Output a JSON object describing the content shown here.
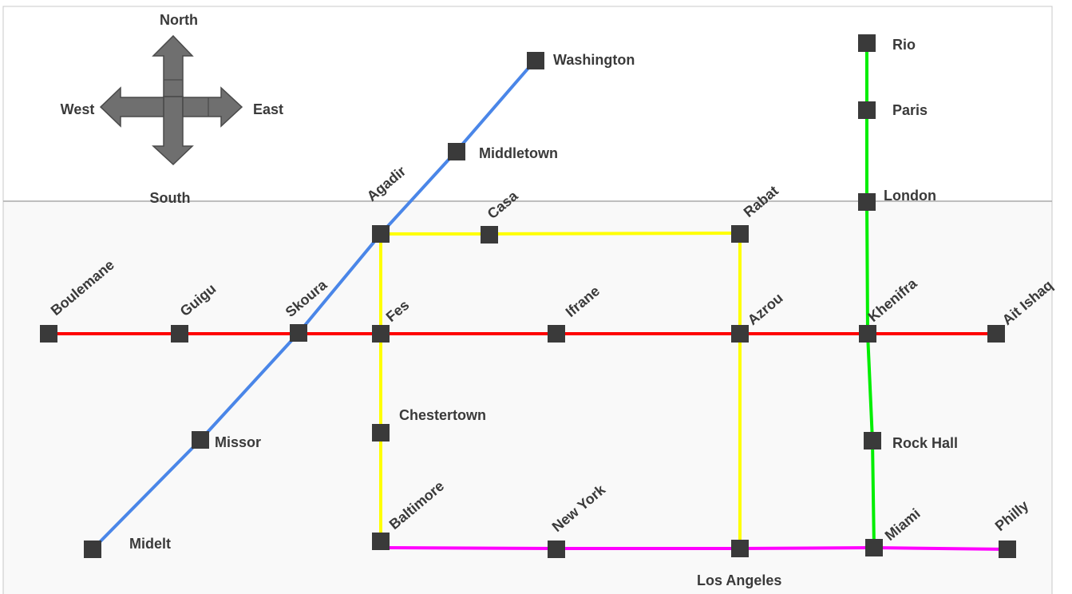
{
  "compass": {
    "north": "North",
    "south": "South",
    "east": "East",
    "west": "West"
  },
  "colors": {
    "blue_line": "#4a86e8",
    "red_line": "#ff0000",
    "yellow_line": "#ffff00",
    "green_line": "#00ee00",
    "magenta_line": "#ff00ff",
    "station": "#3a3a3a",
    "upper_panel": "#ffffff",
    "lower_panel": "#f9f9f9"
  },
  "stations": {
    "washington": "Washington",
    "middletown": "Middletown",
    "agadir": "Agadir",
    "casa": "Casa",
    "rabat": "Rabat",
    "boulemane": "Boulemane",
    "guigu": "Guigu",
    "skoura": "Skoura",
    "fes": "Fes",
    "ifrane": "Ifrane",
    "azrou": "Azrou",
    "khenifra": "Khenifra",
    "ait_ishaq": "Ait Ishaq",
    "chestertown": "Chestertown",
    "missor": "Missor",
    "midelt": "Midelt",
    "baltimore": "Baltimore",
    "new_york": "New York",
    "los_angeles": "Los Angeles",
    "miami": "Miami",
    "philly": "Philly",
    "rio": "Rio",
    "paris": "Paris",
    "london": "London",
    "rock_hall": "Rock Hall"
  }
}
